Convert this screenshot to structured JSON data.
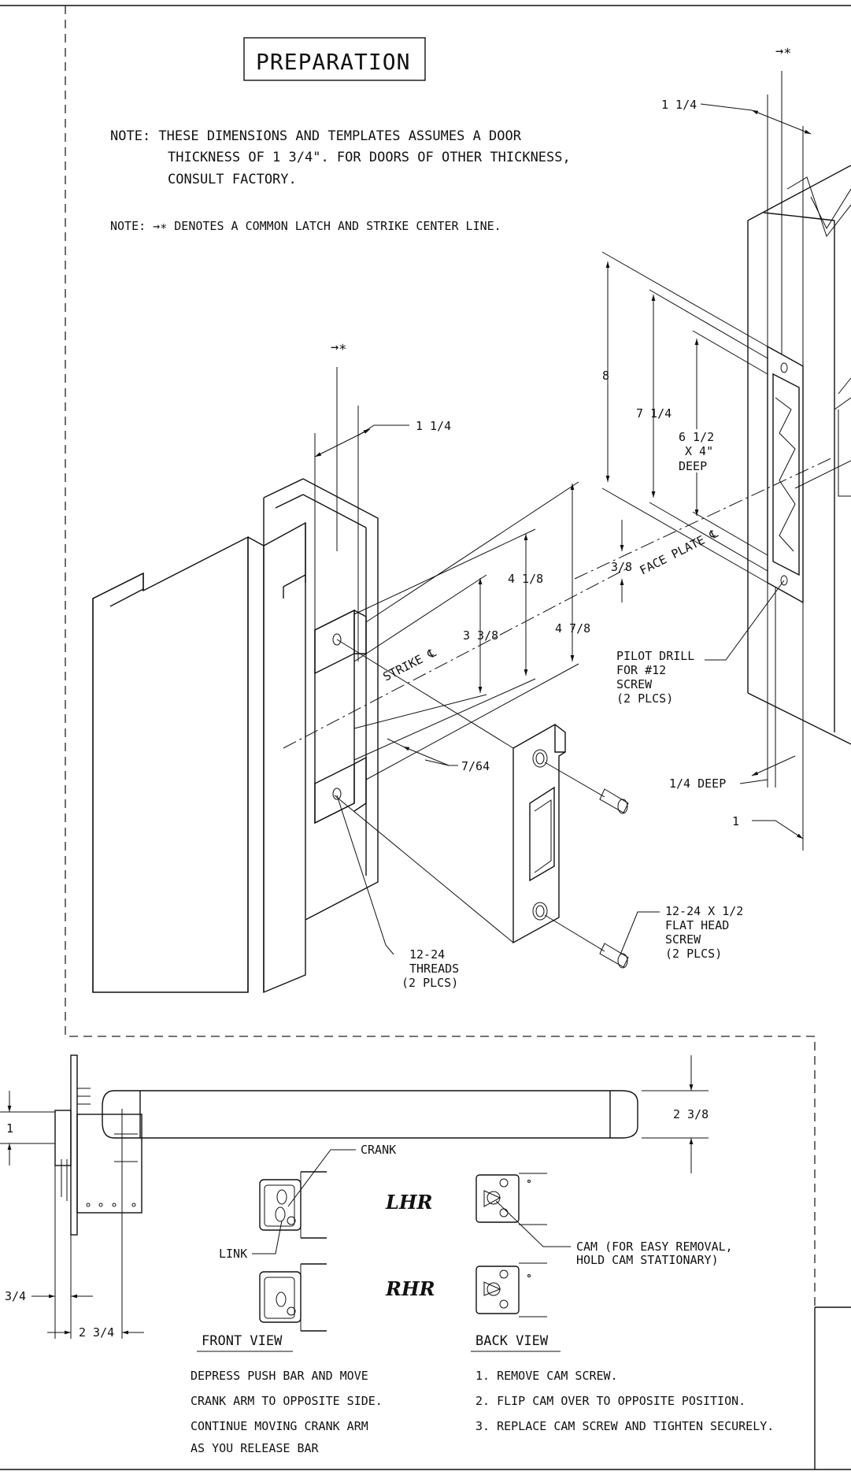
{
  "preparation": {
    "title": "PREPARATION",
    "note1_line1": "NOTE: THESE DIMENSIONS AND TEMPLATES ASSUMES A DOOR",
    "note1_line2": "THICKNESS OF 1 3/4\". FOR DOORS OF OTHER THICKNESS,",
    "note1_line3": "CONSULT FACTORY.",
    "note2": "NOTE: →∗ DENOTES A COMMON LATCH AND STRIKE CENTER LINE."
  },
  "symbols": {
    "centerline_mark": "→∗"
  },
  "frame_view": {
    "dim_width": "1 1/4",
    "dim_outer": "4 7/8",
    "dim_inner": "4 1/8",
    "dim_strike": "3 3/8",
    "dim_gap": "7/64",
    "strike_cl": "STRIKE ℄",
    "threads_1": "12-24",
    "threads_2": "THREADS",
    "threads_3": "(2 PLCS)",
    "screw_1": "12-24 X 1/2",
    "screw_2": "FLAT HEAD",
    "screw_3": "SCREW",
    "screw_4": "(2 PLCS)"
  },
  "door_view": {
    "dim_width": "1 1/4",
    "dim_8": "8",
    "dim_7_1_4": "7 1/4",
    "pocket_1": "6 1/2",
    "pocket_2": "X 4\"",
    "pocket_3": "DEEP",
    "dim_3_8": "3/8",
    "face_plate_cl": "FACE PLATE ℄",
    "pilot_1": "PILOT DRILL",
    "pilot_2": "FOR #12",
    "pilot_3": "SCREW",
    "pilot_4": "(2 PLCS)",
    "deep_label": "1/4 DEEP",
    "dim_1": "1"
  },
  "device_view": {
    "dim_bar": "2 3/8",
    "dim_1": "1",
    "dim_3_4": "3/4",
    "dim_2_3_4": "2 3/4",
    "crank": "CRANK",
    "link": "LINK",
    "lhr": "LHR",
    "rhr": "RHR",
    "cam_1": "CAM (FOR EASY REMOVAL,",
    "cam_2": "HOLD CAM STATIONARY)",
    "front_view": "FRONT VIEW",
    "back_view": "BACK VIEW",
    "front_1": "DEPRESS PUSH BAR AND MOVE",
    "front_2": "CRANK ARM TO OPPOSITE SIDE.",
    "front_3": "CONTINUE MOVING CRANK ARM",
    "front_4": "AS YOU RELEASE BAR",
    "back_1": "1. REMOVE CAM SCREW.",
    "back_2": "2. FLIP CAM OVER TO OPPOSITE POSITION.",
    "back_3": "3. REPLACE CAM SCREW AND TIGHTEN SECURELY."
  }
}
